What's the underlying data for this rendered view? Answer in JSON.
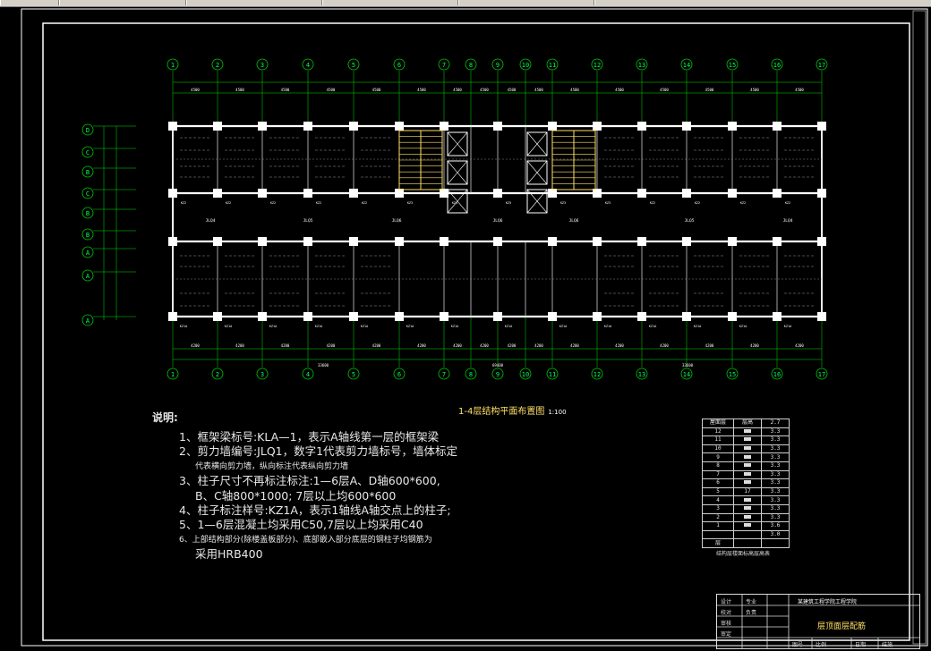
{
  "window": {
    "tabs": [
      "",
      "",
      "",
      "",
      ""
    ]
  },
  "drawing": {
    "title": "1-4层结构平面布置图",
    "scale": "1:100",
    "axis_top": [
      "1",
      "2",
      "3",
      "4",
      "5",
      "6",
      "7",
      "8",
      "9",
      "10",
      "11",
      "12",
      "13",
      "14",
      "15",
      "16",
      "17"
    ],
    "axis_bottom": [
      "1",
      "2",
      "3",
      "4",
      "5",
      "6",
      "7",
      "8",
      "9",
      "10",
      "11",
      "12",
      "13",
      "14",
      "15",
      "16",
      "17"
    ],
    "axis_left": [
      "D",
      "C",
      "B",
      "C",
      "B",
      "B",
      "A",
      "A",
      "A"
    ],
    "dims_top": [
      "4500",
      "4500",
      "4500",
      "4500",
      "4500",
      "4500",
      "4500",
      "4500",
      "4500",
      "4500",
      "4500",
      "4500",
      "4500",
      "4500",
      "4500",
      "4500"
    ],
    "dims_bottom": [
      "4200",
      "4200",
      "4200",
      "4200",
      "4200",
      "4200",
      "4200",
      "4200",
      "4200",
      "4200",
      "4200",
      "4200",
      "4200",
      "4200",
      "4200",
      "4200"
    ],
    "overall_bottom_left": "33600",
    "overall_bottom_right": "33600",
    "overall_center": "69400",
    "beam_labels_mid": [
      "JLQ4",
      "JLQ5",
      "JLQ6",
      "JLQ6",
      "JLQ6",
      "JLQ5",
      "JLQ4"
    ],
    "column_labels_top": [
      "KZ2",
      "KZ2",
      "KZ2",
      "KZ2",
      "KZ2",
      "KZ3",
      "KZ4",
      "KZ5",
      "KZ3",
      "KZ3",
      "KZ2",
      "KZ2",
      "KZ2",
      "KZ2"
    ],
    "column_labels_bottom": [
      "KZ1A",
      "KZ1A",
      "KZ1A",
      "KZ1A",
      "KZ1A",
      "KZ1A",
      "KZ1A",
      "KZ1A",
      "KZ1A",
      "KZ1A",
      "KZ1A",
      "KZ1A",
      "KZ1A",
      "KZ1A"
    ]
  },
  "notes": {
    "title": "说明:",
    "lines": [
      "1、框架梁标号:KLA—1，表示A轴线第一层的框架梁",
      "2、剪力墙编号:JLQ1，数字1代表剪力墙标号，墙体标定",
      "代表横向剪力墙，纵向标注代表纵向剪力墙",
      "3、柱子尺寸不再标注标注:1—6层A、D轴600*600,",
      "B、C轴800*1000; 7层以上均600*600",
      "4、柱子标注样号:KZ1A，表示1轴线A轴交点上的柱子;",
      "5、1—6层混凝土均采用C50,7层以上均采用C40",
      "6、上部结构部分(除楼盖板部分)、底部嵌入部分底层的钢柱子均钢筋为",
      "采用HRB400"
    ]
  },
  "floor_table": {
    "header": [
      "屋面层",
      "层高",
      "2.7"
    ],
    "rows": [
      [
        "12",
        "",
        "3.3"
      ],
      [
        "11",
        "",
        "3.3"
      ],
      [
        "10",
        "",
        "3.3"
      ],
      [
        "9",
        "",
        "3.3"
      ],
      [
        "8",
        "",
        "3.3"
      ],
      [
        "7",
        "",
        "3.3"
      ],
      [
        "6",
        "",
        "3.3"
      ],
      [
        "5",
        "17",
        "3.3"
      ],
      [
        "4",
        "",
        "3.3"
      ],
      [
        "3",
        "",
        "3.3"
      ],
      [
        "2",
        "",
        "3.3"
      ],
      [
        "1",
        "",
        "3.6"
      ],
      [
        "",
        "",
        "3.0"
      ],
      [
        "层",
        "",
        ""
      ]
    ],
    "caption": "结构层楼面标高层高表"
  },
  "title_block": {
    "school": "某建筑工程学院工程学院",
    "drawing_name": "层顶面层配筋",
    "cells": [
      "设计",
      "校对",
      "审核",
      "审定",
      "专业",
      "负责",
      "图号",
      "比例",
      "日期",
      "结施"
    ]
  },
  "colors": {
    "background": "#000000",
    "axis_circle": "#00cc00",
    "column_fill": "#ffffff",
    "stair": "#ffe066",
    "dimension": "#00dd00",
    "frame": "#ffffff",
    "text": "#e8e8e8"
  }
}
